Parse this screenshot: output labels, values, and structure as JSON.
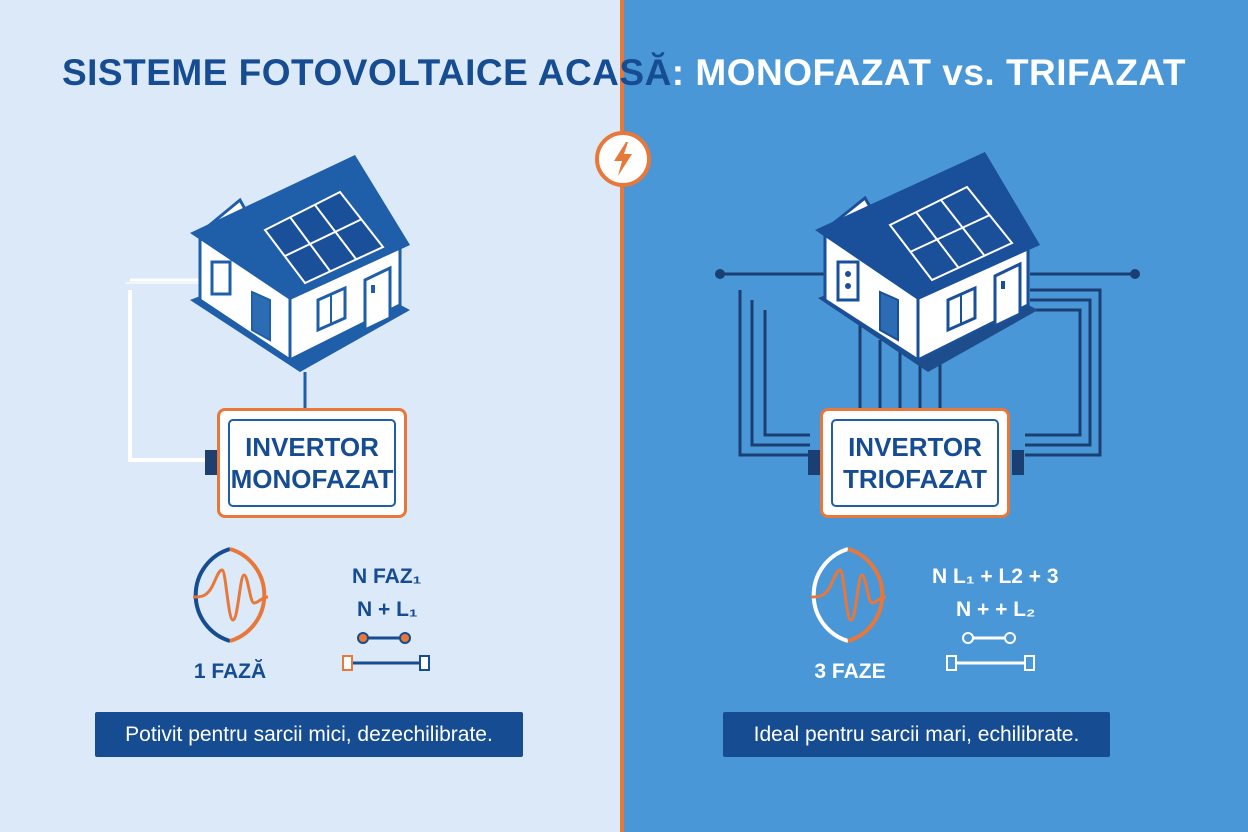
{
  "title": {
    "left_part": "SISTEME FOTOVOLTAICE ACASĂ",
    "right_part": ": MONOFAZAT vs. TRIFAZAT"
  },
  "colors": {
    "left_bg": "#dbe9f8",
    "right_bg": "#4a97d8",
    "accent_orange": "#e8773a",
    "navy": "#164c91"
  },
  "left": {
    "inverter_line1": "INVERTOR",
    "inverter_line2": "MONOFAZAT",
    "phase_label": "1 FAZĂ",
    "formula_line1": "N FAZ₁",
    "formula_line2": "N + L₁",
    "caption": "Potivit pentru sarcii mici, dezechilibrate."
  },
  "right": {
    "inverter_line1": "INVERTOR",
    "inverter_line2": "TRIOFAZAT",
    "phase_label": "3 FAZE",
    "formula_line1": "N L₁ + L2 + 3",
    "formula_line2": "N + + L₂",
    "caption": "Ideal pentru sarcii mari, echilibrate."
  },
  "icons": [
    "lightning-bolt-icon",
    "house-solar-icon",
    "sine-wave-icon",
    "connector-icon"
  ]
}
